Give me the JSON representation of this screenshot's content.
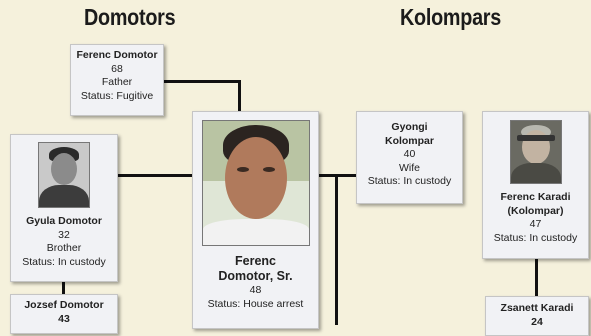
{
  "headings": {
    "left": "Domotors",
    "right": "Kolompars"
  },
  "people": {
    "ferenc_domotor": {
      "name": "Ferenc Domotor",
      "age": "68",
      "role": "Father",
      "status": "Status: Fugitive"
    },
    "gyula_domotor": {
      "name": "Gyula Domotor",
      "age": "32",
      "role": "Brother",
      "status": "Status: In custody",
      "photo_icon": "portrait-photo"
    },
    "ferenc_domotor_sr": {
      "name_line1": "Ferenc",
      "name_line2": "Domotor, Sr.",
      "age": "48",
      "status": "Status: House arrest",
      "photo_icon": "portrait-photo"
    },
    "gyongi_kolompar": {
      "name_line1": "Gyongi",
      "name_line2": "Kolompar",
      "age": "40",
      "role": "Wife",
      "status": "Status: In custody"
    },
    "ferenc_karadi": {
      "name_line1": "Ferenc Karadi",
      "name_line2": "(Kolompar)",
      "age": "47",
      "status": "Status: In custody",
      "photo_icon": "portrait-photo"
    },
    "jozsef_domotor": {
      "name": "Jozsef Domotor",
      "age": "43"
    },
    "zsanett_karadi": {
      "name": "Zsanett Karadi",
      "age": "24"
    }
  }
}
